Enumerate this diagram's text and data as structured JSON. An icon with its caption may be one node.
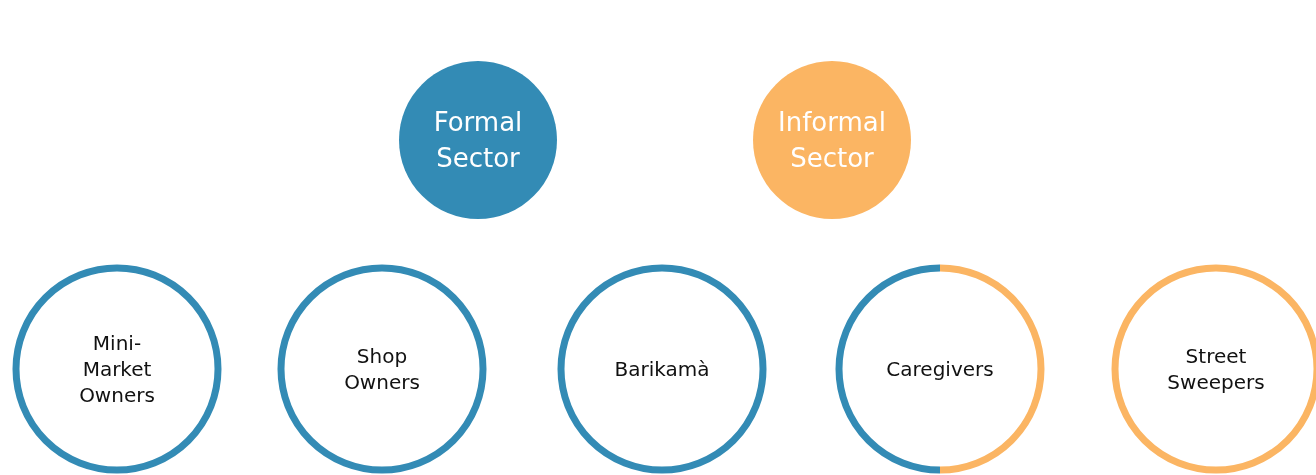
{
  "diagram": {
    "nodes": [
      {
        "text": [
          "Formal Sector"
        ]
      },
      {
        "text": [
          "Informal Sector"
        ]
      },
      {
        "text": [
          "Mini-Market Owners"
        ]
      },
      {
        "text": [
          "Shop Owners"
        ]
      },
      {
        "text": [
          "Barikamà"
        ]
      },
      {
        "text": [
          "Caregivers"
        ]
      },
      {
        "text": [
          "Street Sweepers"
        ]
      }
    ]
  }
}
